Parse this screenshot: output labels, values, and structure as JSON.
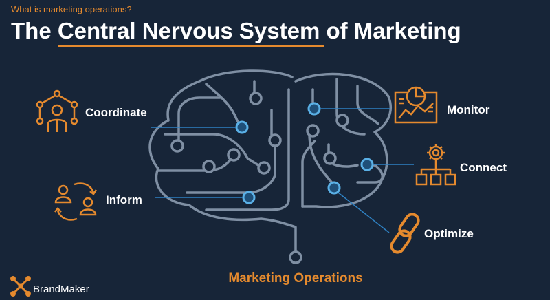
{
  "header": {
    "eyebrow": "What is marketing operations?",
    "title_before": "The ",
    "title_highlight": "Central Nervous System",
    "title_after": " of Marketing"
  },
  "functions": [
    {
      "label": "Coordinate",
      "icon": "network-people-icon"
    },
    {
      "label": "Inform",
      "icon": "people-exchange-icon"
    },
    {
      "label": "Monitor",
      "icon": "analytics-dashboard-icon"
    },
    {
      "label": "Connect",
      "icon": "gear-hierarchy-icon"
    },
    {
      "label": "Optimize",
      "icon": "chain-link-icon"
    }
  ],
  "center_label": "Marketing Operations",
  "brand": {
    "name": "BrandMaker"
  },
  "colors": {
    "background": "#172538",
    "accent": "#e58a2e",
    "brain_line": "#7f8fa3",
    "connector": "#2f82c4"
  }
}
